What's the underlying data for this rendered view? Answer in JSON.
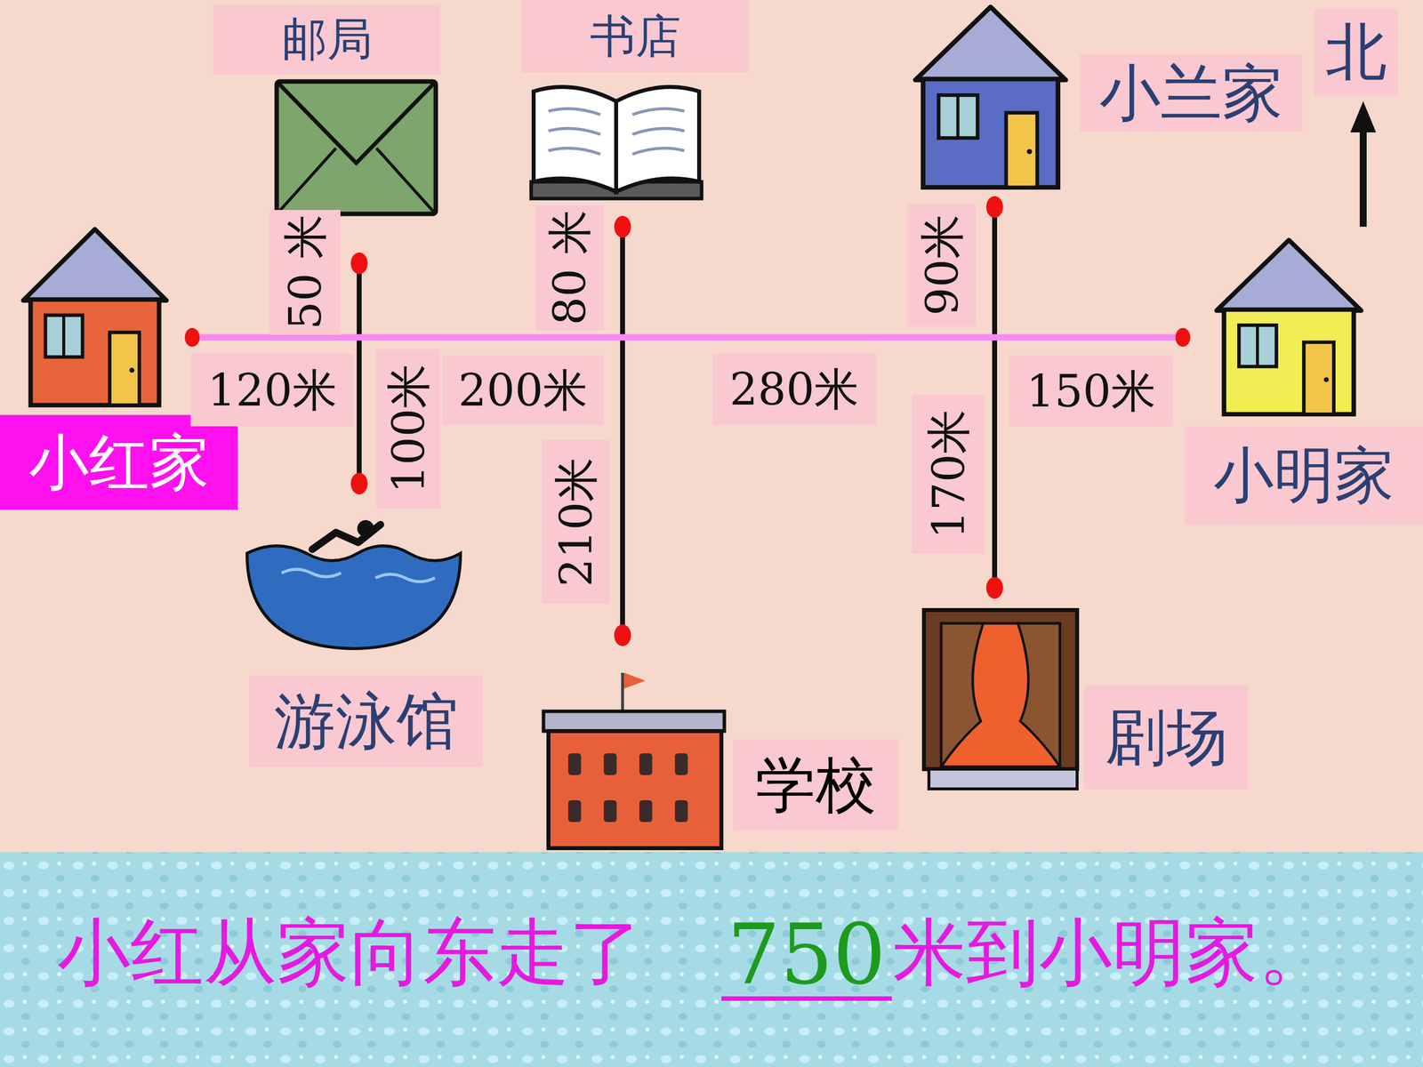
{
  "diagram": {
    "nodes": [
      {
        "text": [
          "邮局"
        ]
      },
      {
        "text": [
          "书店"
        ]
      },
      {
        "text": [
          "小兰家"
        ]
      },
      {
        "text": [
          "小红家"
        ]
      },
      {
        "text": [
          "小明家"
        ]
      },
      {
        "text": [
          "游泳馆"
        ]
      },
      {
        "text": [
          "学校"
        ]
      },
      {
        "text": [
          "剧场"
        ]
      }
    ],
    "edges": [
      {
        "from": 3,
        "to": 4,
        "arrow": "none"
      },
      {
        "from": 0,
        "to": 5,
        "arrow": "none"
      },
      {
        "from": 1,
        "to": 6,
        "arrow": "none"
      },
      {
        "from": 2,
        "to": 7,
        "arrow": "none"
      }
    ],
    "labels": [
      "北",
      "50 米",
      "80 米",
      "90米",
      "120米",
      "100米",
      "200米",
      "210米",
      "280米",
      "150米",
      "170米",
      "小红从家向东走了",
      "750",
      "米到小明家。"
    ]
  }
}
